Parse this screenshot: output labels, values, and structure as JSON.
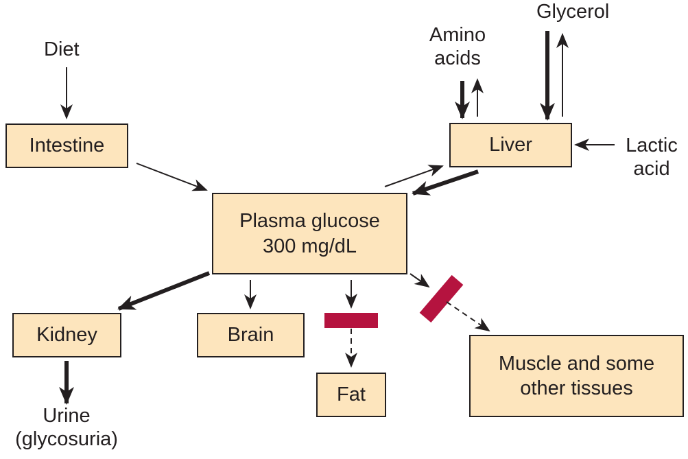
{
  "nodes": {
    "intestine": "Intestine",
    "liver": "Liver",
    "plasma_glucose": "Plasma glucose\n300 mg/dL",
    "kidney": "Kidney",
    "brain": "Brain",
    "fat": "Fat",
    "muscle": "Muscle and some\nother tissues"
  },
  "labels": {
    "diet": "Diet",
    "amino_acids": "Amino\nacids",
    "glycerol": "Glycerol",
    "lactic_acid": "Lactic\nacid",
    "urine": "Urine\n(glycosuria)"
  },
  "colors": {
    "box_fill": "#fde5bd",
    "outline": "#231f20",
    "block": "#b5133f"
  }
}
